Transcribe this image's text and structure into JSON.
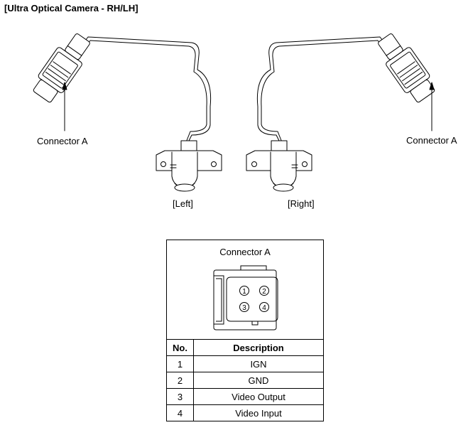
{
  "title": "[Ultra Optical Camera - RH/LH]",
  "labels": {
    "connector_left": "Connector A",
    "connector_right": "Connector A",
    "left": "[Left]",
    "right": "[Right]"
  },
  "connector_box": {
    "title": "Connector A",
    "pins": [
      "1",
      "2",
      "3",
      "4"
    ]
  },
  "table": {
    "headers": [
      "No.",
      "Description"
    ],
    "rows": [
      {
        "no": "1",
        "desc": "IGN"
      },
      {
        "no": "2",
        "desc": "GND"
      },
      {
        "no": "3",
        "desc": "Video Output"
      },
      {
        "no": "4",
        "desc": "Video Input"
      }
    ]
  }
}
